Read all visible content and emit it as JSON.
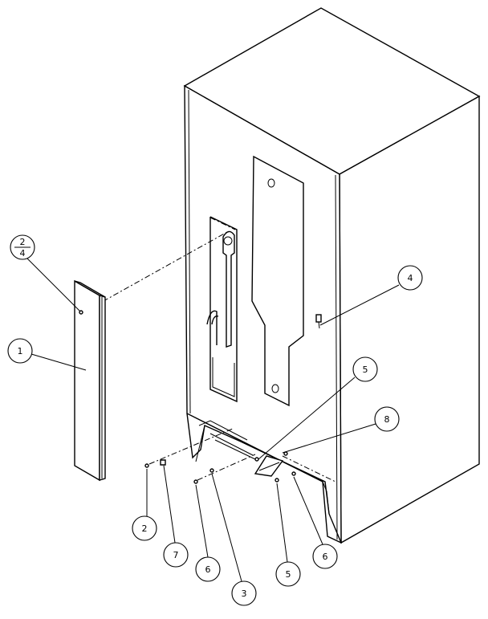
{
  "callouts": [
    {
      "id": "c-1",
      "label": "1"
    },
    {
      "id": "c-2-4",
      "label_top": "2",
      "label_bottom": "4"
    },
    {
      "id": "c-4",
      "label": "4"
    },
    {
      "id": "c-5a",
      "label": "5"
    },
    {
      "id": "c-8",
      "label": "8"
    },
    {
      "id": "c-2",
      "label": "2"
    },
    {
      "id": "c-7",
      "label": "7"
    },
    {
      "id": "c-6a",
      "label": "6"
    },
    {
      "id": "c-3",
      "label": "3"
    },
    {
      "id": "c-5b",
      "label": "5"
    },
    {
      "id": "c-6b",
      "label": "6"
    }
  ]
}
